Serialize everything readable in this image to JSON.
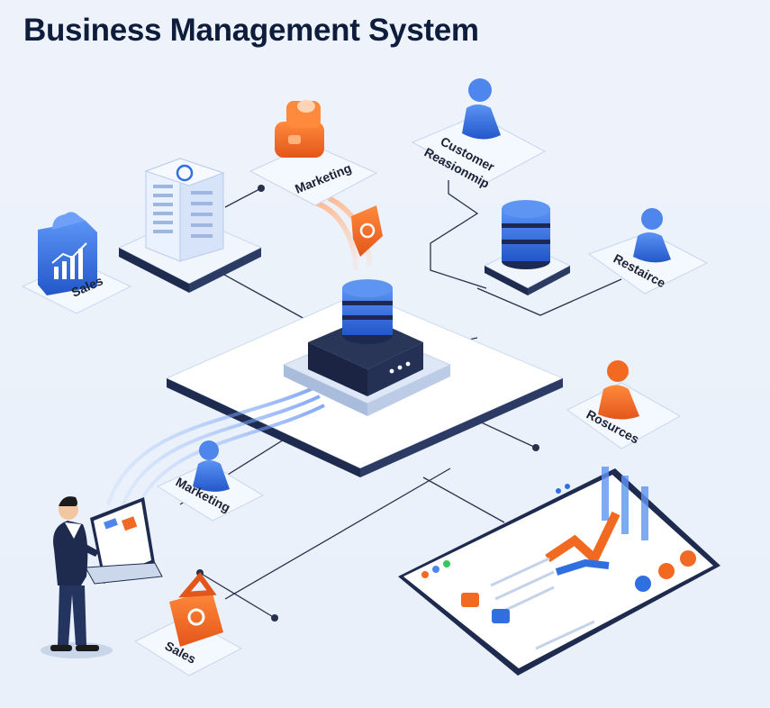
{
  "header": {
    "title": "Business Management System"
  },
  "nodes": {
    "sales_top": {
      "label": "Sales"
    },
    "marketing_top": {
      "label": "Marketing"
    },
    "crm": {
      "label_line1": "Customer",
      "label_line2": "Reasionmip"
    },
    "resource_right": {
      "label": "Restairce"
    },
    "resources_right": {
      "label": "Rosurces"
    },
    "marketing_mid": {
      "label": "Marketing"
    },
    "sales_bottom": {
      "label": "Sales"
    }
  },
  "colors": {
    "accent_blue": "#2f6fe0",
    "accent_orange": "#f26a21",
    "navy": "#1f2f57",
    "line": "#27324a"
  }
}
